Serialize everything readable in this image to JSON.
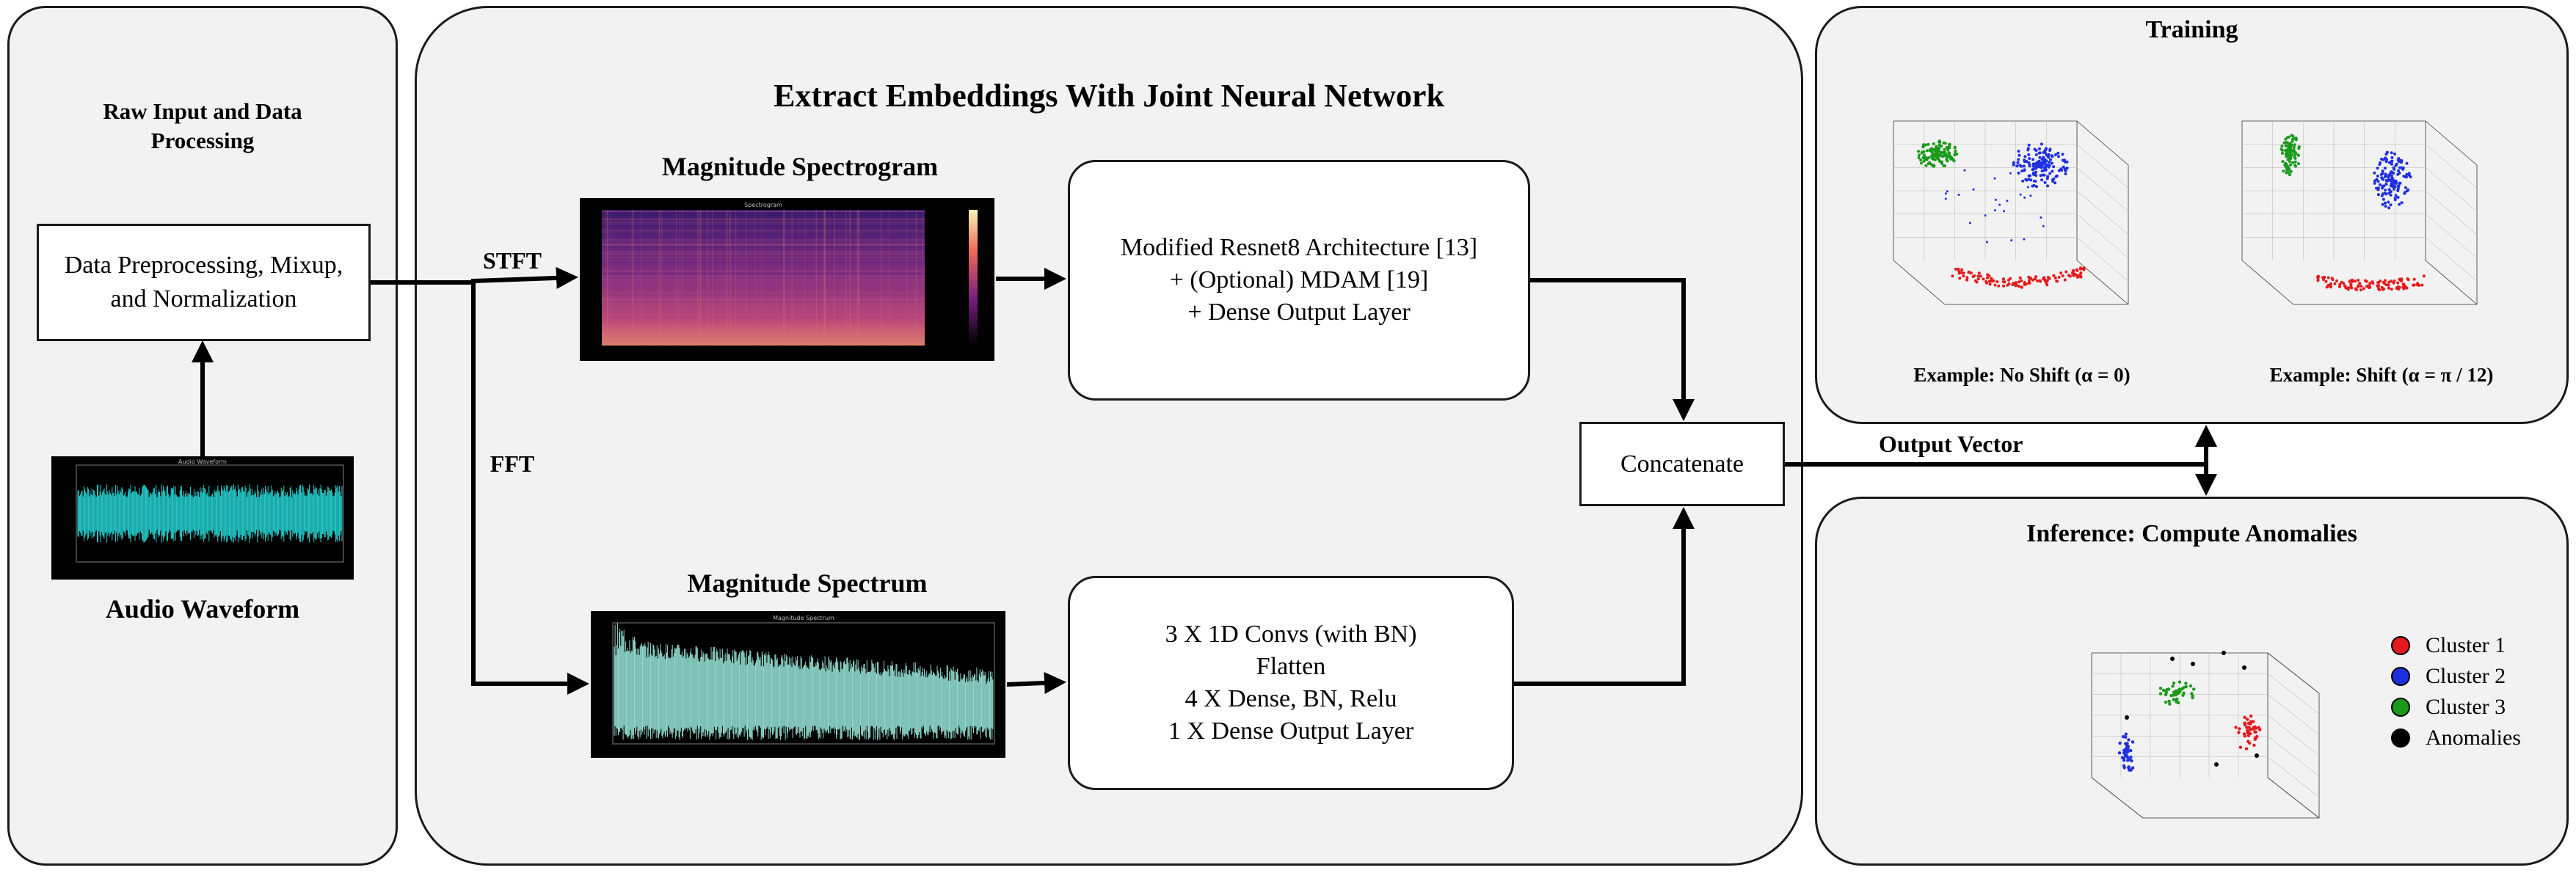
{
  "left_panel": {
    "title": "Raw Input and Data\nProcessing",
    "preprocess_box": "Data Preprocessing, Mixup,\nand Normalization",
    "waveform_label": "Audio Waveform",
    "waveform_plot_title": "Audio Waveform"
  },
  "center_panel": {
    "title": "Extract Embeddings With Joint Neural Network",
    "stft_label": "STFT",
    "fft_label": "FFT",
    "spectrogram_title": "Magnitude Spectrogram",
    "spectrogram_plot_title": "Spectrogram",
    "spectrum_title": "Magnitude Spectrum",
    "spectrum_plot_title": "Magnitude Spectrum",
    "resnet_box": "Modified Resnet8 Architecture [13]\n+ (Optional) MDAM [19]\n+ Dense Output Layer",
    "conv_box": "3 X 1D Convs (with BN)\nFlatten\n4 X Dense, BN, Relu\n1 X Dense Output Layer",
    "concat_box": "Concatenate"
  },
  "output_label": "Output Vector",
  "training_panel": {
    "title": "Training",
    "caption_left": "Example: No Shift (α = 0)",
    "caption_right": "Example: Shift (α = π / 12)"
  },
  "inference_panel": {
    "title": "Inference: Compute Anomalies",
    "legend": [
      {
        "label": "Cluster 1",
        "color": "#e41a1c"
      },
      {
        "label": "Cluster 2",
        "color": "#1f2fe0"
      },
      {
        "label": "Cluster 3",
        "color": "#1a9a1a"
      },
      {
        "label": "Anomalies",
        "color": "#000000"
      }
    ]
  },
  "colors": {
    "waveform": "#27d6d6",
    "spectrum": "#8fd8cc",
    "panel_bg": "#f2f2f2"
  }
}
